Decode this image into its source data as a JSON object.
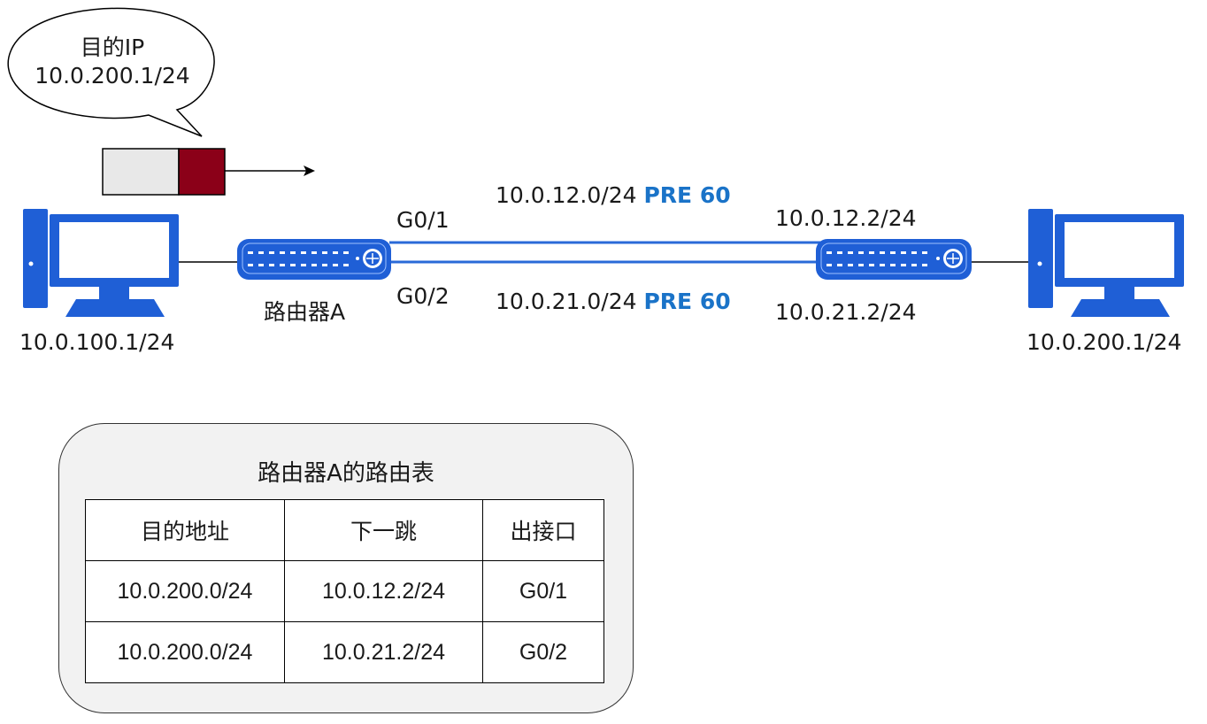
{
  "bubble": {
    "line1": "目的IP",
    "line2": "10.0.200.1/24"
  },
  "hosts": {
    "left_ip": "10.0.100.1/24",
    "right_ip": "10.0.200.1/24"
  },
  "router_a": {
    "name": "路由器A",
    "if1": "G0/1",
    "if2": "G0/2"
  },
  "routes_shown": {
    "top_prefix": "10.0.12.0/24",
    "top_pre": "PRE 60",
    "bottom_prefix": "10.0.21.0/24",
    "bottom_pre": "PRE 60"
  },
  "router_b": {
    "ip_top": "10.0.12.2/24",
    "ip_bottom": "10.0.21.2/24"
  },
  "routing_table": {
    "title": "路由器A的路由表",
    "headers": [
      "目的地址",
      "下一跳",
      "出接口"
    ],
    "rows": [
      [
        "10.0.200.0/24",
        "10.0.12.2/24",
        "G0/1"
      ],
      [
        "10.0.200.0/24",
        "10.0.21.2/24",
        "G0/2"
      ]
    ]
  },
  "colors": {
    "device_blue": "#1f5fd6",
    "link_blue": "#2a6ad8",
    "packet_header": "#8b0018",
    "packet_body": "#e8e8e8",
    "pre_text": "#1a73c8"
  },
  "icons": [
    "pc-icon",
    "router-icon",
    "speech-bubble",
    "packet-icon",
    "arrow-right-icon"
  ]
}
